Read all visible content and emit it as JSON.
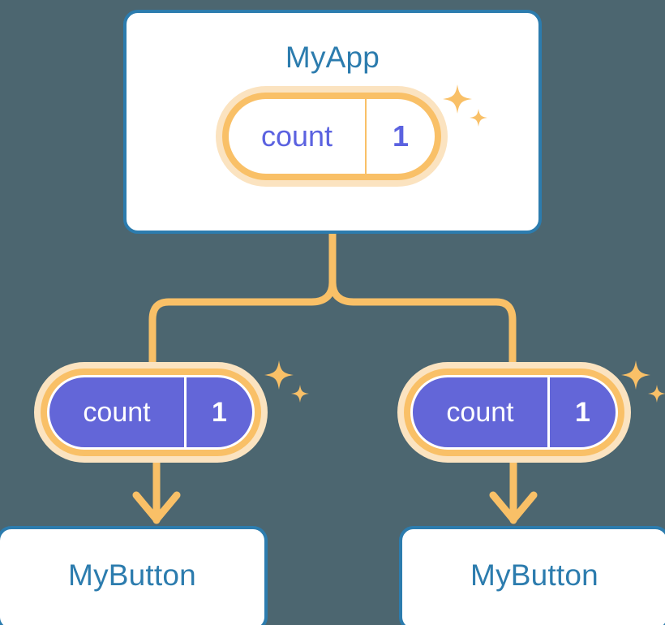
{
  "background_color": "#4c6670",
  "palette": {
    "card_border": "#2c7cae",
    "card_title_text": "#2c7cae",
    "card_fill": "#ffffff",
    "pill_ring": "#f9c067",
    "pill_halo": "#fbe3c0",
    "pill_purple_fill": "#6366d8",
    "pill_text_purple": "#5b62e0",
    "pill_text_white": "#ffffff",
    "connector": "#f9c067",
    "sparkle": "#f9c067"
  },
  "diagram": {
    "type": "component-tree",
    "root": {
      "id": "my-app",
      "title": "MyApp",
      "state": {
        "key": "count",
        "value": "1",
        "style": "outline"
      }
    },
    "branches": [
      {
        "id": "branch-left",
        "state": {
          "key": "count",
          "value": "1",
          "style": "filled"
        },
        "child": {
          "id": "my-button-left",
          "title": "MyButton"
        }
      },
      {
        "id": "branch-right",
        "state": {
          "key": "count",
          "value": "1",
          "style": "filled"
        },
        "child": {
          "id": "my-button-right",
          "title": "MyButton"
        }
      }
    ]
  },
  "icons": {
    "sparkle_large": "sparkle-icon",
    "sparkle_small": "sparkle-small-icon",
    "arrow": "arrow-down-icon"
  }
}
